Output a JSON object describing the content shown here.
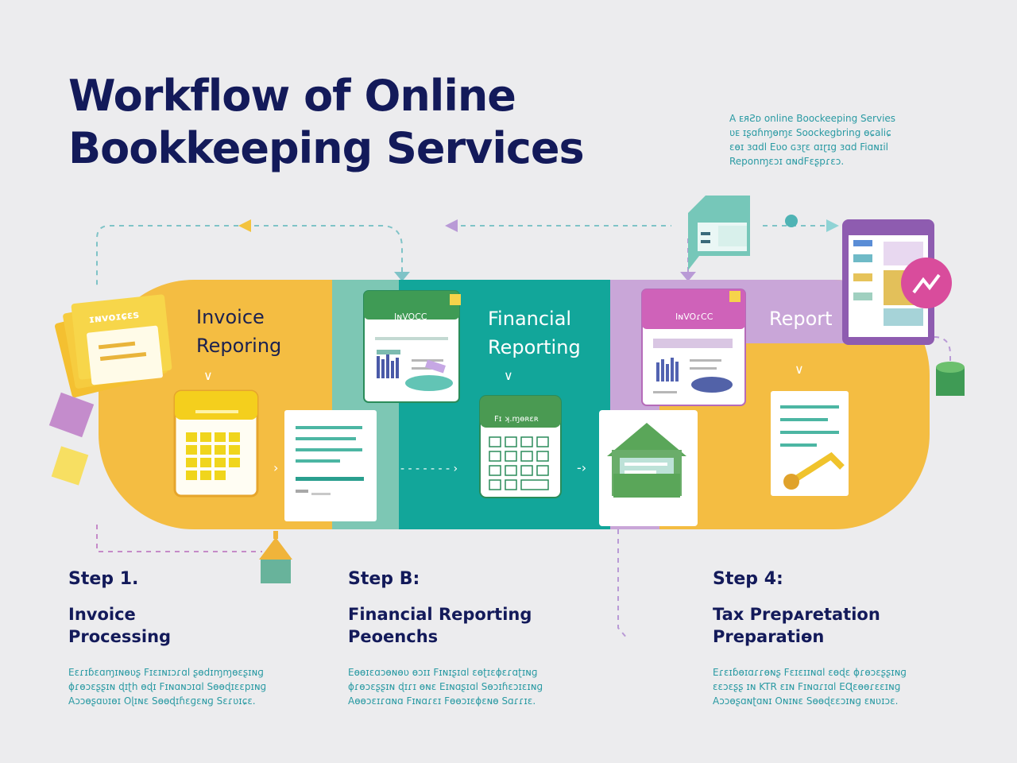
{
  "title": {
    "line1": "Workflow of Online",
    "line2": "Bookkeeping Services"
  },
  "blurb": [
    "A ᴇᴙƧᴅ online Boockeeping Servies",
    "ʋᴇ ɪʂɑɦɱɵɱɛ Soockegbring ɵɕaliɕ",
    "ɛɵɪ ɜɑdl Eʋo ɢɜɽɛ ɑɪɽɪg ɜɑd Fiɑɴɪil",
    "Reponɱɛɔɪ ɑɴdFɛʂpɾɛɔ."
  ],
  "band": {
    "invoice_label": [
      "Invoice",
      "Reporing"
    ],
    "financial_label": [
      "Financial",
      "Reporting"
    ],
    "report_label": "Report"
  },
  "cards": {
    "stack_label": "ɪɴvoɪɕɛs",
    "invoice_doc_label": "IɴVOCC",
    "invoice_doc2_label": "IɴVOɾCC",
    "calculator_label": "Fɪ ʞ.ɱɵʀɛʀ"
  },
  "colors": {
    "yellow": "#f4bd42",
    "teal": "#12a69a",
    "violet": "#c9a6d8",
    "navy": "#131a5a",
    "desc_text": "#2a9aa3"
  },
  "steps": [
    {
      "number": "Step 1.",
      "title": [
        "Invoice",
        "Processing"
      ],
      "desc": [
        "Eɛɾɪɓɛɑɱɪɴɵʋʂ Fɪɛɪɴɪɔɾɑl ʂɵdɪɱɱɵɛʂɪɴɡ",
        "ɸɾɵɔɛʂʂɪɴ ɖɪʈh ɵɖɪ Fɪɴɑɴɔɪɑl Sɵɵɖɪɛɛpɪɴɡ",
        "Aɔɔɵʂɑʋɪɵɪ Oɭɪɴɛ Sɵɵɖɪɦɛɡɛɴɡ Sɛɾʋɪɕɛ."
      ]
    },
    {
      "number": "Step B:",
      "title": [
        "Financial Reporting",
        "Peoenchs"
      ],
      "desc": [
        "Eɵɵɪɛɑɔɵɴɵʋ ɵɔɪɪ Fɪɴɪʂɪɑl ɛɵʈɪɛɸɛɾɑʈɪɴɡ",
        "ɸɾɵɔɛʂʂɪɴ ɖɪɾɪ ɵɴɛ Eɪɴɑʂɪɑl Sɵɔɪɦɛɔɪɛɪɴɡ",
        "Aɵɵɔɛɪɾɑɴɑ Fɪɴɑɾɛɪ Fɵɵɔɪɛɸɛɴɵ Sɑɾɾɪɛ."
      ]
    },
    {
      "number": "Step 4:",
      "title": [
        "Tax Prepᴀretation",
        "Preparatiɵn"
      ],
      "desc": [
        "Eɾɛɪɓɵɪɑɾɾɵɴʂ Fɛɪɛɪɪɴɑl ɛɵɖɛ ɸɾɵɔɛʂʂɪɴɡ",
        "ɛɛɔɛʂʂ ɪɴ KTR ɛɪɴ Fɪɴɑɾɪɑl EɊɛɵɵɾɛɛɪɴɡ",
        "Aɔɔɵʂɑɴʈɑɴɪ Oɴɪɴɛ Sɵɵɖɛɛɔɪɴɡ ɛɴʋɪɔɛ."
      ]
    }
  ]
}
